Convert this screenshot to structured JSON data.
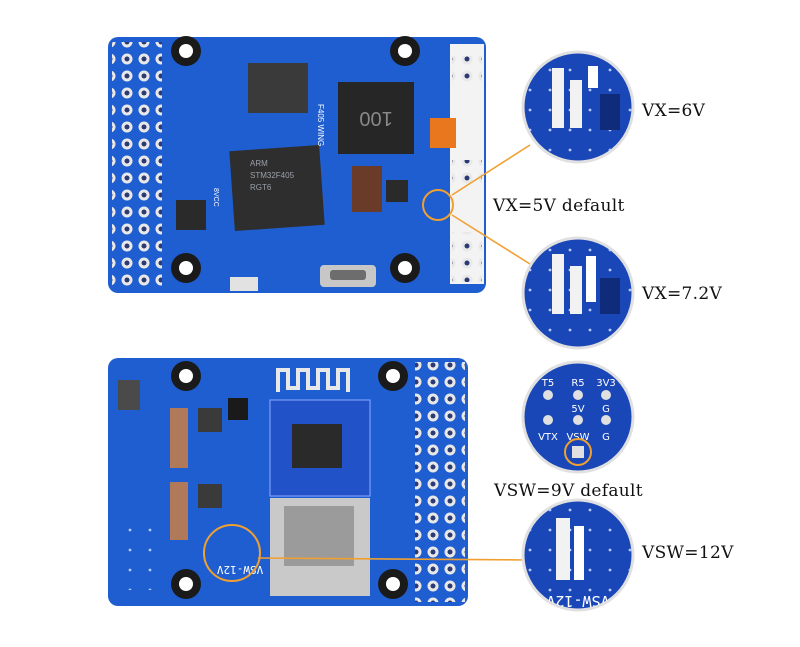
{
  "top_board": {
    "silkscreen": {
      "model": "F405 WING",
      "mcu_lines": [
        "ARM",
        "STM32F405",
        "RGT6"
      ],
      "inductor": "100",
      "bec_label": "8VCC"
    },
    "jumper_settings": [
      {
        "caption": "VX=6V"
      },
      {
        "caption": "VX=5V default"
      },
      {
        "caption": "VX=7.2V"
      }
    ]
  },
  "bottom_board": {
    "silkscreen": {
      "vsw_label": "VSW-12V"
    },
    "pad_labels": [
      "T5",
      "R5",
      "3V3",
      "5V",
      "G",
      "VTX",
      "VSW",
      "G"
    ],
    "jumper_settings": [
      {
        "caption": "VSW=9V default"
      },
      {
        "caption": "VSW=12V"
      }
    ]
  },
  "colors": {
    "pcb_blue": "#1f5ed0",
    "pcb_dark": "#163f9a",
    "highlight_orange": "#f0a030",
    "pad_silver": "#d8d8d8"
  }
}
